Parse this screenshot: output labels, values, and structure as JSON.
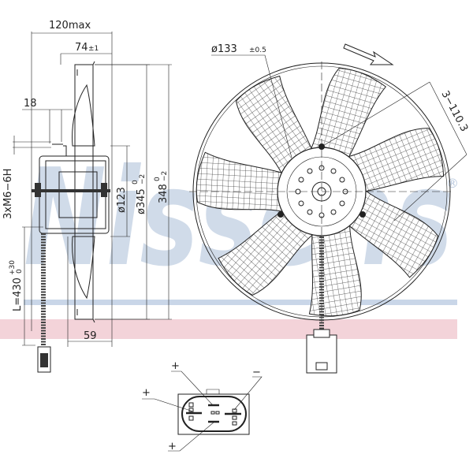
{
  "watermark": {
    "text": "Nissens",
    "registered": "®",
    "color": "#b8c8de",
    "band_color": "#f3d3d9"
  },
  "side_view": {
    "width_max": "120max",
    "depth": "74",
    "depth_tol": "±1",
    "offset": "18",
    "thread": "3xM6−6H",
    "motor_dia": "ø123",
    "blade_dia": "ø345",
    "blade_dia_tol_upper": "0",
    "blade_dia_tol_lower": "−2",
    "frame_dia": "348",
    "frame_dia_tol_upper": "0",
    "frame_dia_tol_lower": "−2",
    "cable_length": "L=430",
    "cable_tol_upper": "+30",
    "cable_tol_lower": "0",
    "bottom_dim": "59"
  },
  "front_view": {
    "bolt_circle": "ø133",
    "bolt_circle_tol": "±0.5",
    "hole_dim": "3−110.3",
    "rotation": "rotation-arrow"
  },
  "connector": {
    "pins": [
      "+",
      "+",
      "+",
      "−"
    ]
  }
}
